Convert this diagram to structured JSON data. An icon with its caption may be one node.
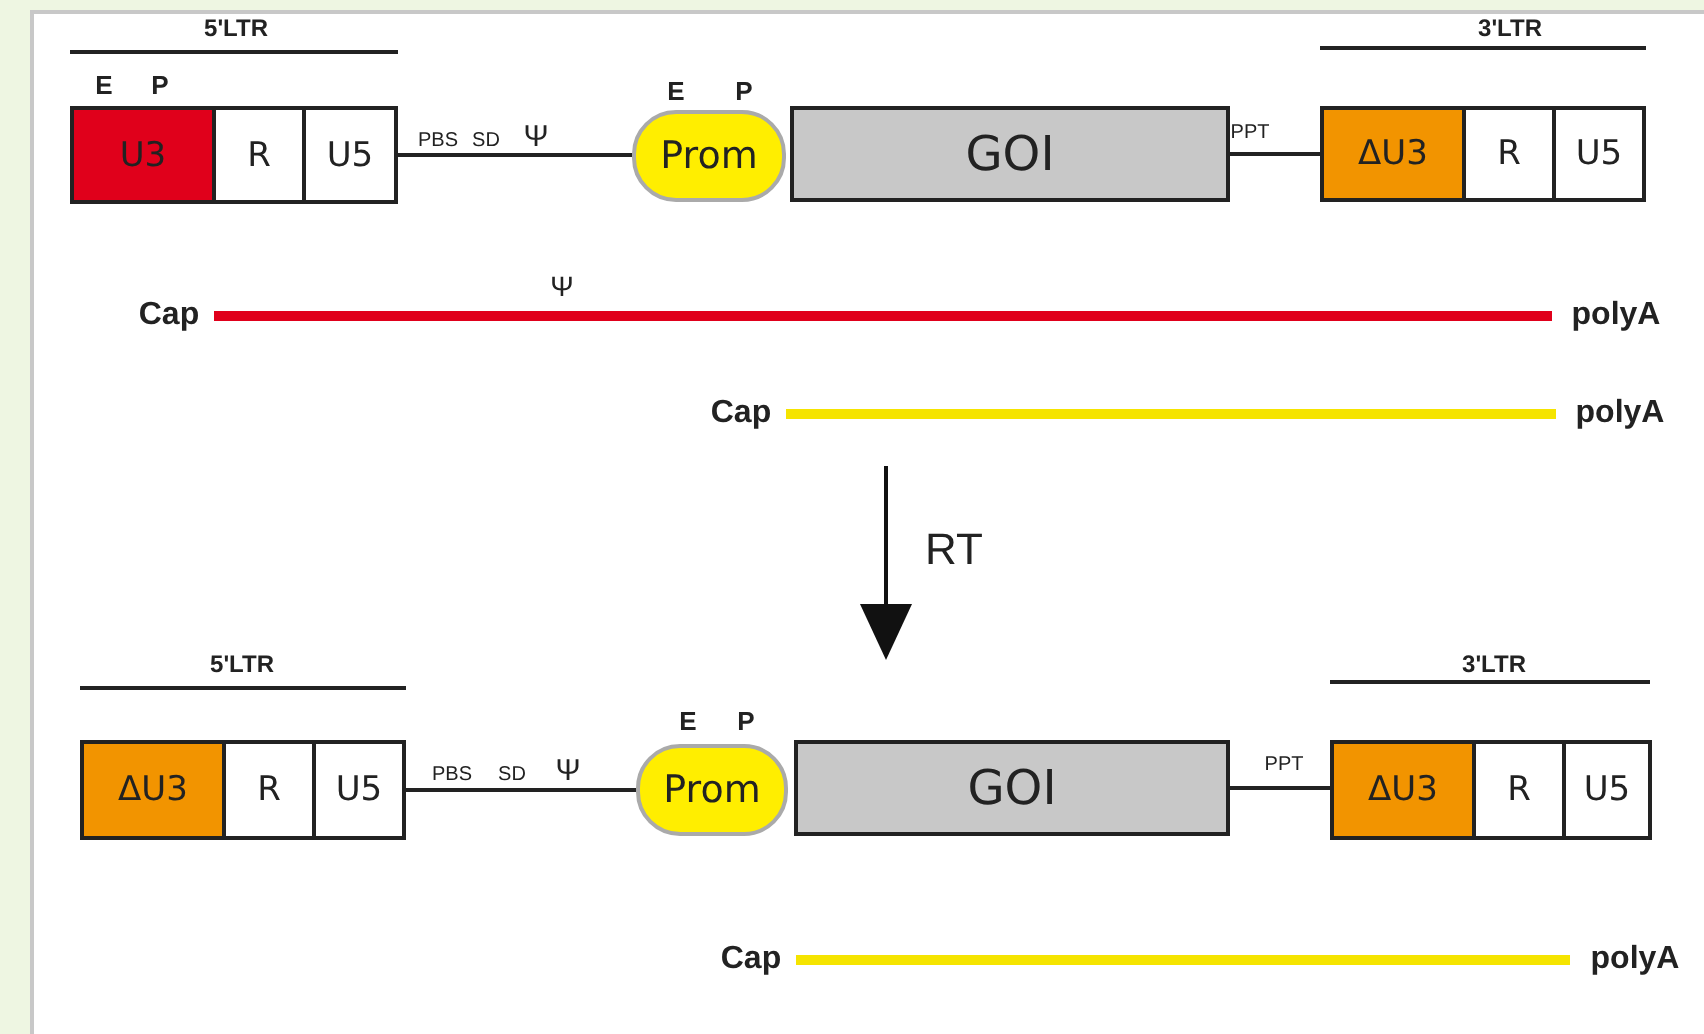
{
  "diagram": {
    "nodes": [
      {
        "text": [
          "U3"
        ]
      },
      {
        "text": [
          "R"
        ]
      },
      {
        "text": [
          "U5"
        ]
      },
      {
        "text": [
          "Prom"
        ]
      },
      {
        "text": [
          "GOI"
        ]
      },
      {
        "text": [
          "ΔU3"
        ]
      },
      {
        "text": [
          "R"
        ]
      },
      {
        "text": [
          "U5"
        ]
      },
      {
        "text": [
          "Cap"
        ]
      },
      {
        "text": [
          "polyA"
        ]
      },
      {
        "text": [
          "Cap"
        ]
      },
      {
        "text": [
          "polyA"
        ]
      },
      {
        "text": [
          "ΔU3"
        ]
      },
      {
        "text": [
          "R"
        ]
      },
      {
        "text": [
          "U5"
        ]
      },
      {
        "text": [
          "Prom"
        ]
      },
      {
        "text": [
          "GOI"
        ]
      },
      {
        "text": [
          "ΔU3"
        ]
      },
      {
        "text": [
          "R"
        ]
      },
      {
        "text": [
          "U5"
        ]
      },
      {
        "text": [
          "Cap"
        ]
      },
      {
        "text": [
          "polyA"
        ]
      }
    ],
    "edges": [
      {
        "from": 2,
        "to": 3,
        "arrow": "none"
      },
      {
        "from": 4,
        "to": 5,
        "arrow": "none"
      },
      {
        "from": 8,
        "to": 9,
        "arrow": "none",
        "style": "thick",
        "color": "#e0001b"
      },
      {
        "from": 10,
        "to": 11,
        "arrow": "none",
        "style": "thick",
        "color": "#f5e400"
      },
      {
        "from": 14,
        "to": 15,
        "arrow": "none"
      },
      {
        "from": 16,
        "to": 17,
        "arrow": "none"
      },
      {
        "from": 20,
        "to": 21,
        "arrow": "none",
        "style": "thick",
        "color": "#f5e400"
      }
    ],
    "labels": [
      "5'LTR",
      "3'LTR",
      "E",
      "P",
      "E",
      "P",
      "PBS",
      "SD",
      "Ψ",
      "PPT",
      "Ψ",
      "RT",
      "5'LTR",
      "3'LTR",
      "E",
      "P",
      "PBS",
      "SD",
      "Ψ",
      "PPT"
    ]
  }
}
